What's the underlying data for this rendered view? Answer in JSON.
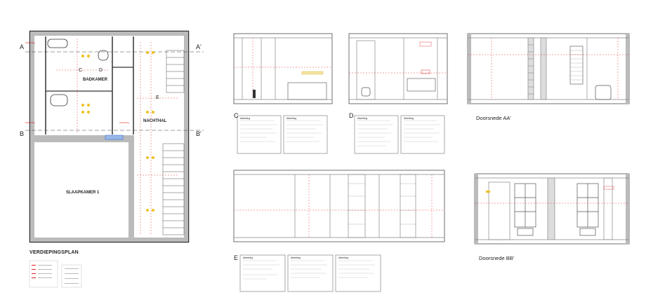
{
  "plan": {
    "title": "VERDIEPINGSPLAN",
    "rooms": {
      "badkamer": "BADKAMER",
      "nachthal": "NACHTHAL",
      "slaapkamer": "SLAAPKAMER 1"
    },
    "axis_labels": {
      "a_left": "A",
      "a_right": "A'",
      "b_left": "B",
      "b_right": "B'"
    },
    "elevation_markers": {
      "c": "C",
      "d": "D",
      "e": "E"
    }
  },
  "sections": {
    "aa_title": "Doorsnede AA'",
    "bb_title": "Doorsnede BB'"
  },
  "elevations": {
    "c_label": "C",
    "d_label": "D",
    "e_label": "E"
  },
  "notes": {
    "c_left": "Afwerking",
    "c_right": "Afwerking",
    "d_left": "Afwerking",
    "d_right": "Afwerking",
    "e_1": "Afwerking",
    "e_2": "Afwerking",
    "e_3": "Afwerking"
  },
  "colors": {
    "line": "#333333",
    "light": "#9a9a9a",
    "red": "#e02020",
    "yellow": "#f0c020",
    "blue": "#2060d0"
  }
}
